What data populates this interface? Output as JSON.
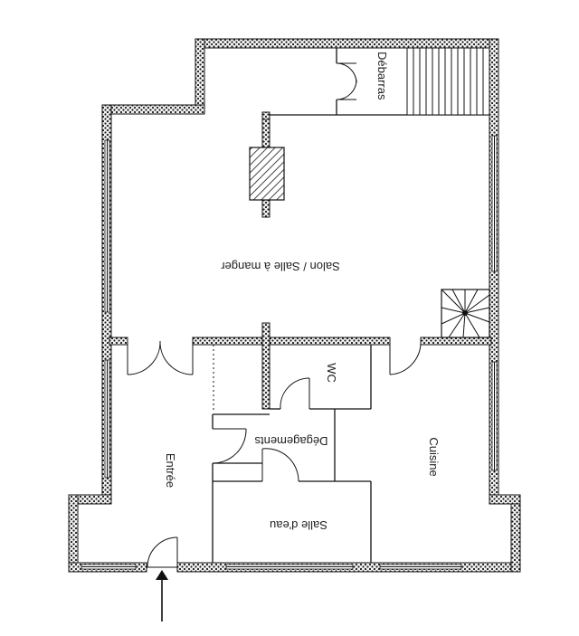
{
  "rooms": {
    "debarras": "Débarras",
    "salon": "Salon / Salle à manger",
    "wc": "WC",
    "degagements": "Dégagements",
    "cuisine": "Cuisine",
    "entree": "Entrée",
    "salle_eau": "Salle d'eau"
  }
}
